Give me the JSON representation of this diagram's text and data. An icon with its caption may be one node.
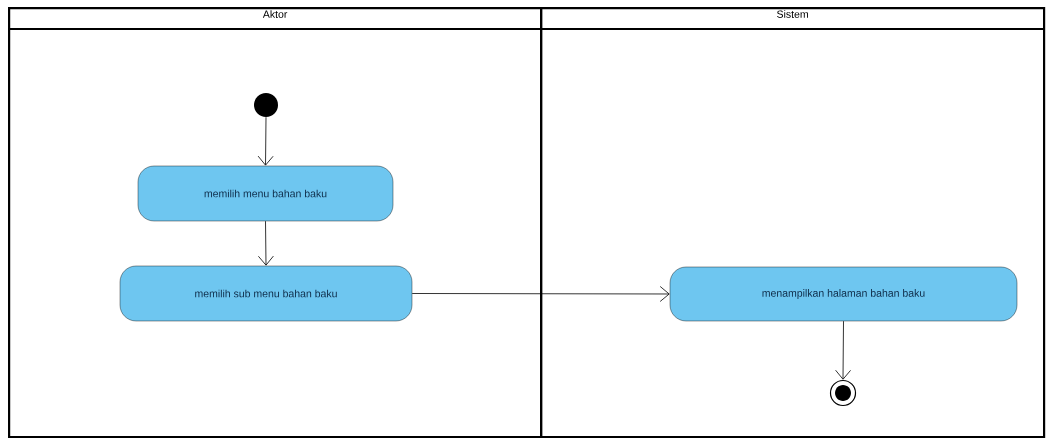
{
  "diagram": {
    "nodes": [
      {
        "text": [
          "Aktor"
        ]
      },
      {
        "text": [
          "Sistem"
        ]
      },
      {
        "text": [],
        "shape": "circle",
        "in": 0
      },
      {
        "text": [
          "memilih menu bahan baku"
        ],
        "in": 0
      },
      {
        "text": [
          "memilih sub menu bahan baku"
        ],
        "in": 0
      },
      {
        "text": [
          "menampilkan halaman bahan baku"
        ],
        "in": 1
      },
      {
        "text": [],
        "shape": "bullseye",
        "in": 1
      }
    ],
    "edges": [
      {
        "from": 2,
        "to": 3,
        "arrow": "to"
      },
      {
        "from": 3,
        "to": 4,
        "arrow": "to"
      },
      {
        "from": 4,
        "to": 5,
        "arrow": "to"
      },
      {
        "from": 5,
        "to": 6,
        "arrow": "to"
      }
    ]
  }
}
